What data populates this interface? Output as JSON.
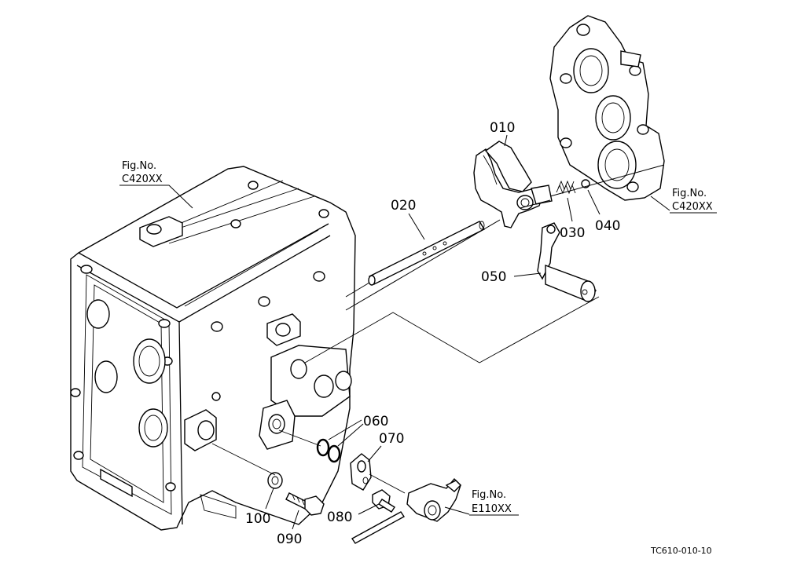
{
  "callouts": [
    {
      "id": "010",
      "label": "010"
    },
    {
      "id": "020",
      "label": "020"
    },
    {
      "id": "030",
      "label": "030"
    },
    {
      "id": "040",
      "label": "040"
    },
    {
      "id": "050",
      "label": "050"
    },
    {
      "id": "060",
      "label": "060"
    },
    {
      "id": "070",
      "label": "070"
    },
    {
      "id": "080",
      "label": "080"
    },
    {
      "id": "090",
      "label": "090"
    },
    {
      "id": "100",
      "label": "100"
    }
  ],
  "figure_refs": [
    {
      "line1": "Fig.No.",
      "line2": "C420XX"
    },
    {
      "line1": "Fig.No.",
      "line2": "C420XX"
    },
    {
      "line1": "Fig.No.",
      "line2": "E110XX"
    }
  ],
  "drawing_code": "TC610-010-10"
}
